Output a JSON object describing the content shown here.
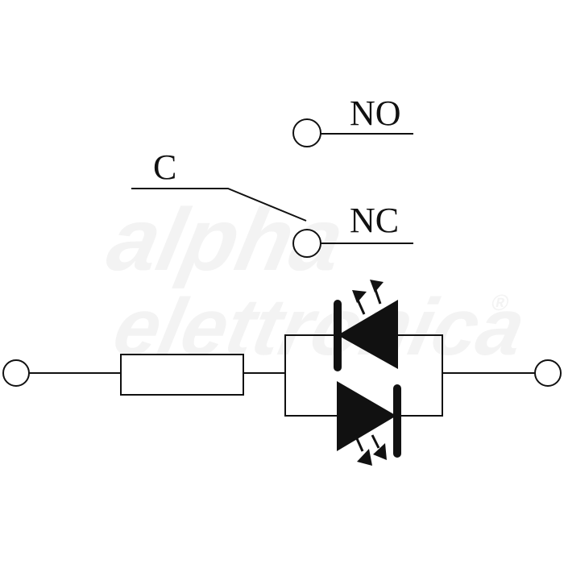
{
  "labels": {
    "common": "C",
    "normally_open": "NO",
    "normally_closed": "NC"
  },
  "watermark": {
    "line1": "alpha",
    "line2": "elettronica",
    "mark": "®"
  },
  "colors": {
    "ink": "#111111",
    "watermark": "#f3f3f3"
  }
}
